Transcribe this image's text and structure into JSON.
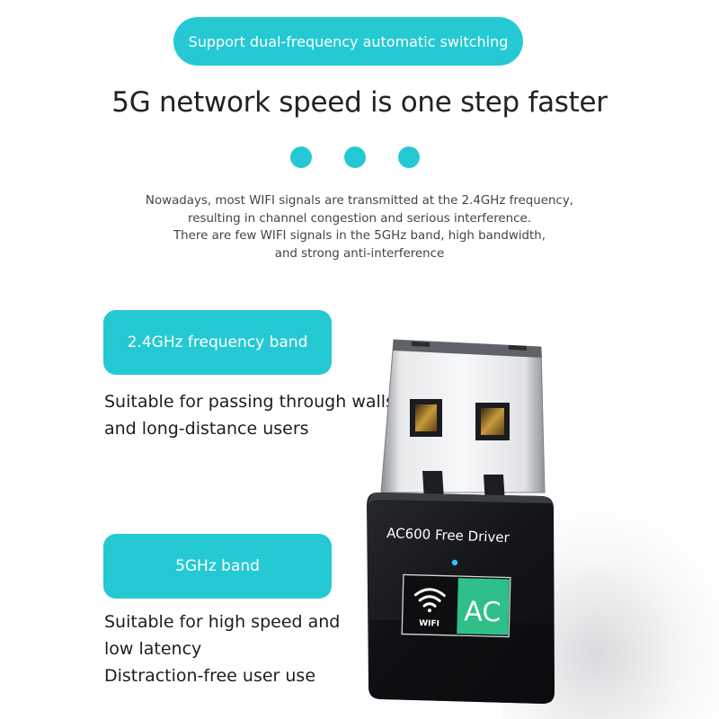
{
  "banner": {
    "label": "Support dual-frequency automatic switching"
  },
  "headline": "5G network speed is one step faster",
  "description": [
    "Nowadays, most WIFI signals are transmitted at the 2.4GHz frequency,",
    "resulting in channel congestion and serious interference.",
    "There are few WIFI signals in the 5GHz band, high bandwidth,",
    "and strong anti-interference"
  ],
  "bands": [
    {
      "label": "2.4GHz frequency band",
      "lines": [
        "Suitable for passing through walls",
        "and long-distance users"
      ]
    },
    {
      "label": "5GHz band",
      "lines": [
        "Suitable for high speed and",
        "low latency",
        "Distraction-free user use"
      ]
    }
  ],
  "product": {
    "label": "AC600 Free Driver",
    "wifi_text": "WIFI",
    "ac_text": "AC"
  },
  "colors": {
    "accent": "#25c9d3",
    "ac_green": "#2fc08a",
    "body": "#141519"
  }
}
